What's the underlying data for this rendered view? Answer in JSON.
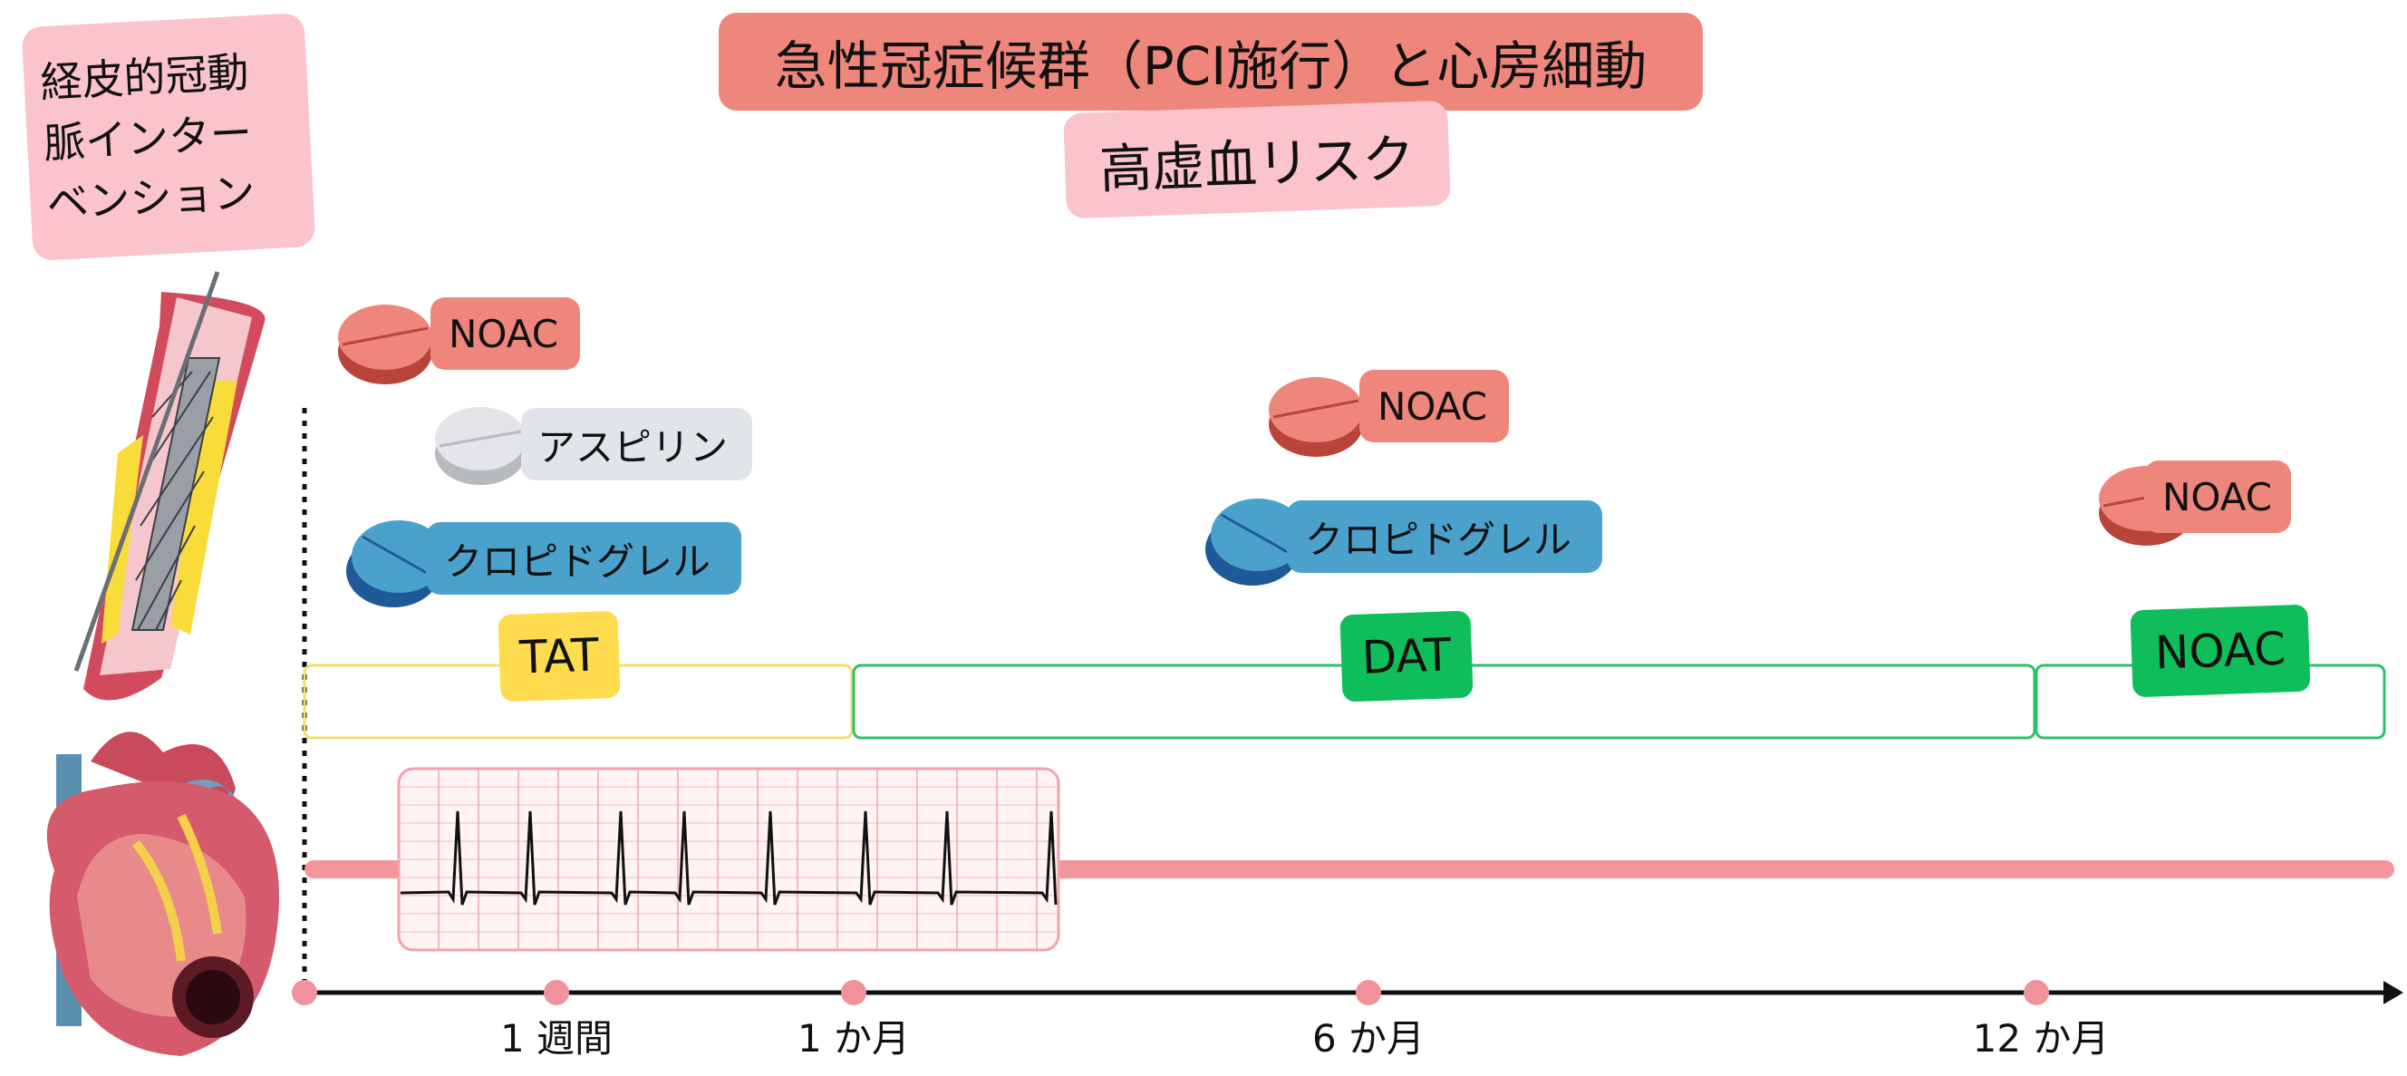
{
  "title": "急性冠症候群（PCI施行）と心房細動",
  "subtitle": "高虚血リスク",
  "pci_box": {
    "line1": "経皮的冠動",
    "line2": "脈インター",
    "line3": "ベンション"
  },
  "drugs": {
    "tat_noac": "NOAC",
    "tat_aspirin": "アスピリン",
    "tat_clopidogrel": "クロピドグレル",
    "dat_noac": "NOAC",
    "dat_clopidogrel": "クロピドグレル",
    "mono_noac": "NOAC"
  },
  "phases": {
    "tat": "TAT",
    "dat": "DAT",
    "noac": "NOAC"
  },
  "timeline": {
    "week1": "1 週間",
    "month1": "1 か月",
    "month6": "6 か月",
    "month12": "12 か月"
  },
  "colors": {
    "noac": "#ef867c",
    "aspirin": "#e1e4e9",
    "clopidogrel": "#4aa1cb",
    "tat": "#fedb4f",
    "dat": "#0fbe5a",
    "timeline_dot": "#f1919a",
    "af_bar": "#f4959c"
  }
}
